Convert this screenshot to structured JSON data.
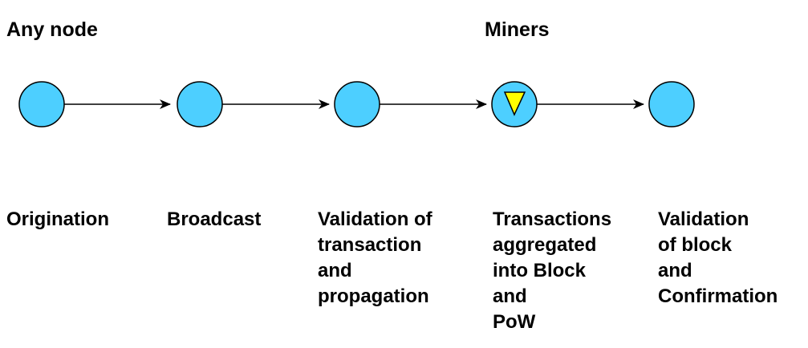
{
  "groups": {
    "any_node": "Any node",
    "miners": "Miners"
  },
  "stages": [
    {
      "label": "Origination"
    },
    {
      "label": "Broadcast"
    },
    {
      "label": "Validation of\ntransaction\nand\npropagation"
    },
    {
      "label": "Transactions\naggregated\ninto Block\nand\nPoW"
    },
    {
      "label": "Validation\nof block\nand\nConfirmation"
    }
  ],
  "colors": {
    "node_fill": "#4dcfff",
    "node_stroke": "#000000",
    "marker_fill": "#ffff00",
    "arrow": "#000000"
  },
  "marker_stage_index": 3
}
